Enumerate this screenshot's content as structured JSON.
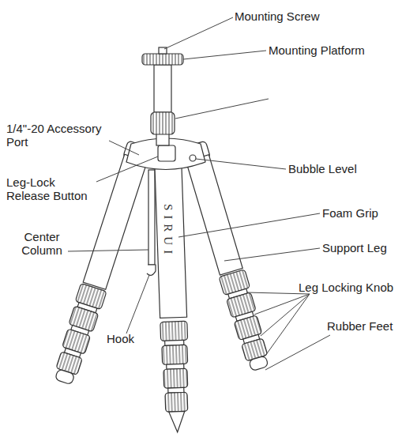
{
  "diagram": {
    "labels": [
      "Mounting Screw",
      "Mounting Platform",
      "1/4\"-20 Accessory Port",
      "Leg-Lock Release Button",
      "Bubble Level",
      "Foam Grip",
      "Center Column",
      "Support Leg",
      "Leg Locking Knob",
      "Hook",
      "Rubber Feet",
      "SIRUI"
    ]
  }
}
